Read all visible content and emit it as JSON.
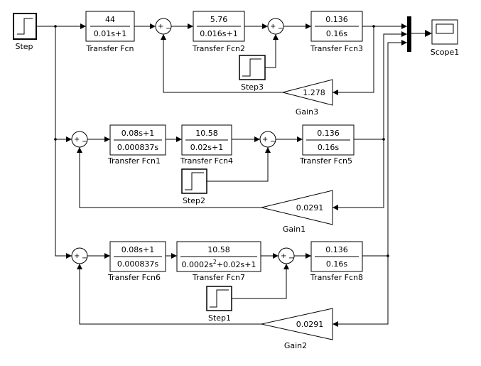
{
  "blocks": {
    "step": {
      "label": "Step"
    },
    "step1": {
      "label": "Step1"
    },
    "step2": {
      "label": "Step2"
    },
    "step3": {
      "label": "Step3"
    },
    "tf": {
      "num": "44",
      "den": "0.01s+1",
      "label": "Transfer Fcn"
    },
    "tf2": {
      "num": "5.76",
      "den": "0.016s+1",
      "label": "Transfer Fcn2"
    },
    "tf3": {
      "num": "0.136",
      "den": "0.16s",
      "label": "Transfer Fcn3"
    },
    "tf1": {
      "num": "0.08s+1",
      "den": "0.000837s",
      "label": "Transfer Fcn1"
    },
    "tf4": {
      "num": "10.58",
      "den": "0.02s+1",
      "label": "Transfer Fcn4"
    },
    "tf5": {
      "num": "0.136",
      "den": "0.16s",
      "label": "Transfer Fcn5"
    },
    "tf6": {
      "num": "0.08s+1",
      "den": "0.000837s",
      "label": "Transfer Fcn6"
    },
    "tf7": {
      "num": "10.58",
      "den_a": "0.0002s",
      "den_sup": "2",
      "den_b": "+0.02s+1",
      "label": "Transfer Fcn7"
    },
    "tf8": {
      "num": "0.136",
      "den": "0.16s",
      "label": "Transfer Fcn8"
    },
    "gain3": {
      "value": "1.278",
      "label": "Gain3"
    },
    "gain1": {
      "value": "0.0291",
      "label": "Gain1"
    },
    "gain2": {
      "value": "0.0291",
      "label": "Gain2"
    },
    "scope1": {
      "label": "Scope1"
    }
  },
  "sum_signs": {
    "plus": "+",
    "minus": "−"
  }
}
